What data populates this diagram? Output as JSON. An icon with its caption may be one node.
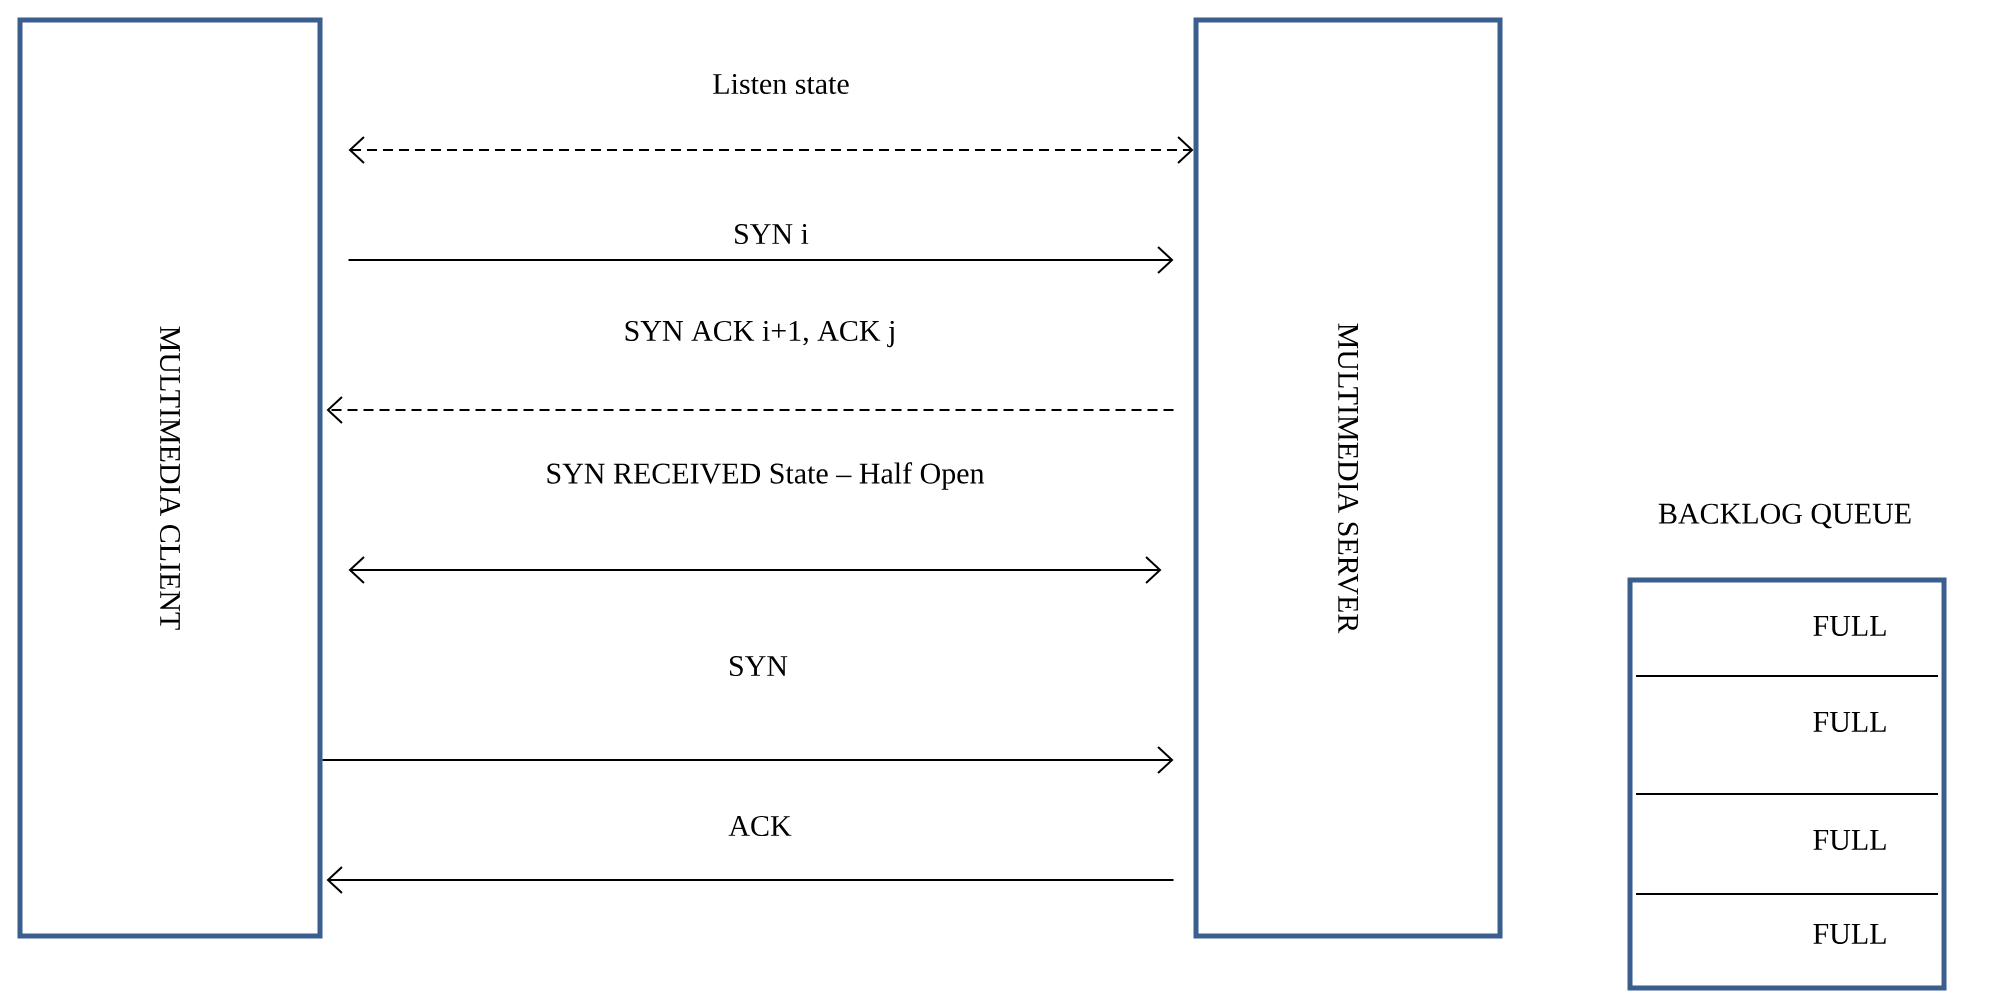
{
  "diagram": {
    "nodes": [
      {
        "text": [
          "MULTIMEDIA CLIENT"
        ]
      },
      {
        "text": [
          "MULTIMEDIA SERVER"
        ]
      },
      {
        "text": [
          "BACKLOG QUEUE"
        ]
      },
      {
        "text": [
          "FULL"
        ],
        "in": 2
      },
      {
        "text": [
          "FULL"
        ],
        "in": 2
      },
      {
        "text": [
          "FULL"
        ],
        "in": 2
      },
      {
        "text": [
          "FULL"
        ],
        "in": 2
      }
    ],
    "edges": [
      {
        "from": 0,
        "to": 1,
        "arrow": "both",
        "style": "dashed",
        "label": "Listen state"
      },
      {
        "from": 0,
        "to": 1,
        "arrow": "to",
        "label": "SYN i"
      },
      {
        "from": 1,
        "to": 0,
        "arrow": "to",
        "style": "dashed",
        "label": "SYN ACK i+1, ACK j"
      },
      {
        "from": 0,
        "to": 1,
        "arrow": "both",
        "label": "SYN RECEIVED State – Half Open"
      },
      {
        "from": 0,
        "to": 1,
        "arrow": "to",
        "label": "SYN"
      },
      {
        "from": 1,
        "to": 0,
        "arrow": "to",
        "label": "ACK"
      }
    ]
  }
}
